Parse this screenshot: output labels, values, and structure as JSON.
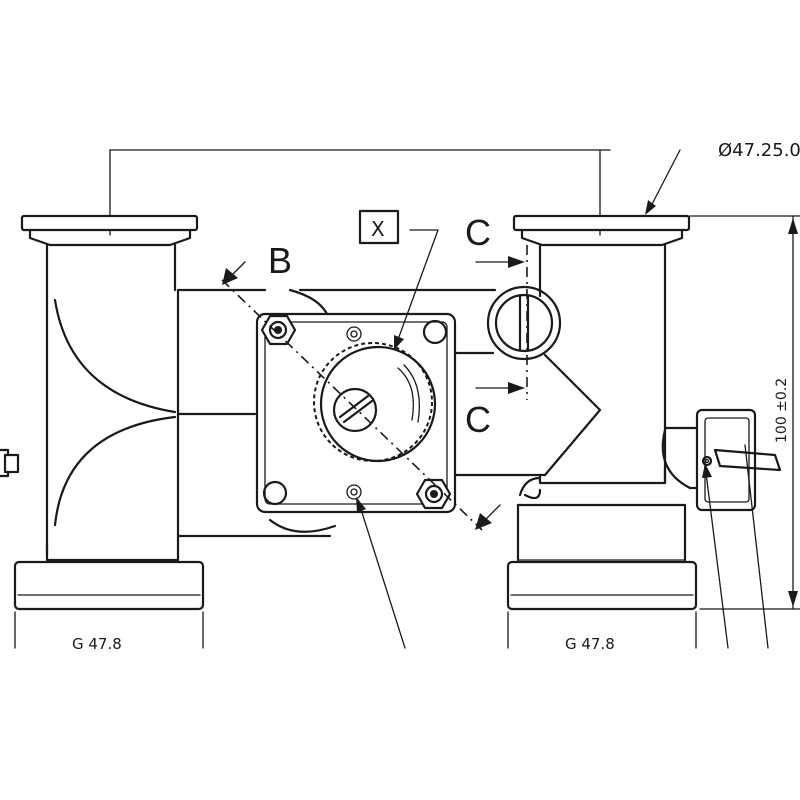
{
  "labels": {
    "section_b": "B",
    "section_c_top": "C",
    "section_c_bottom": "C",
    "detail_x": "X",
    "thread_left": "G 47.8",
    "thread_right": "G 47.8",
    "dim_height": "100 ±0.2",
    "top_right_partial": "Ø47.25.0"
  }
}
